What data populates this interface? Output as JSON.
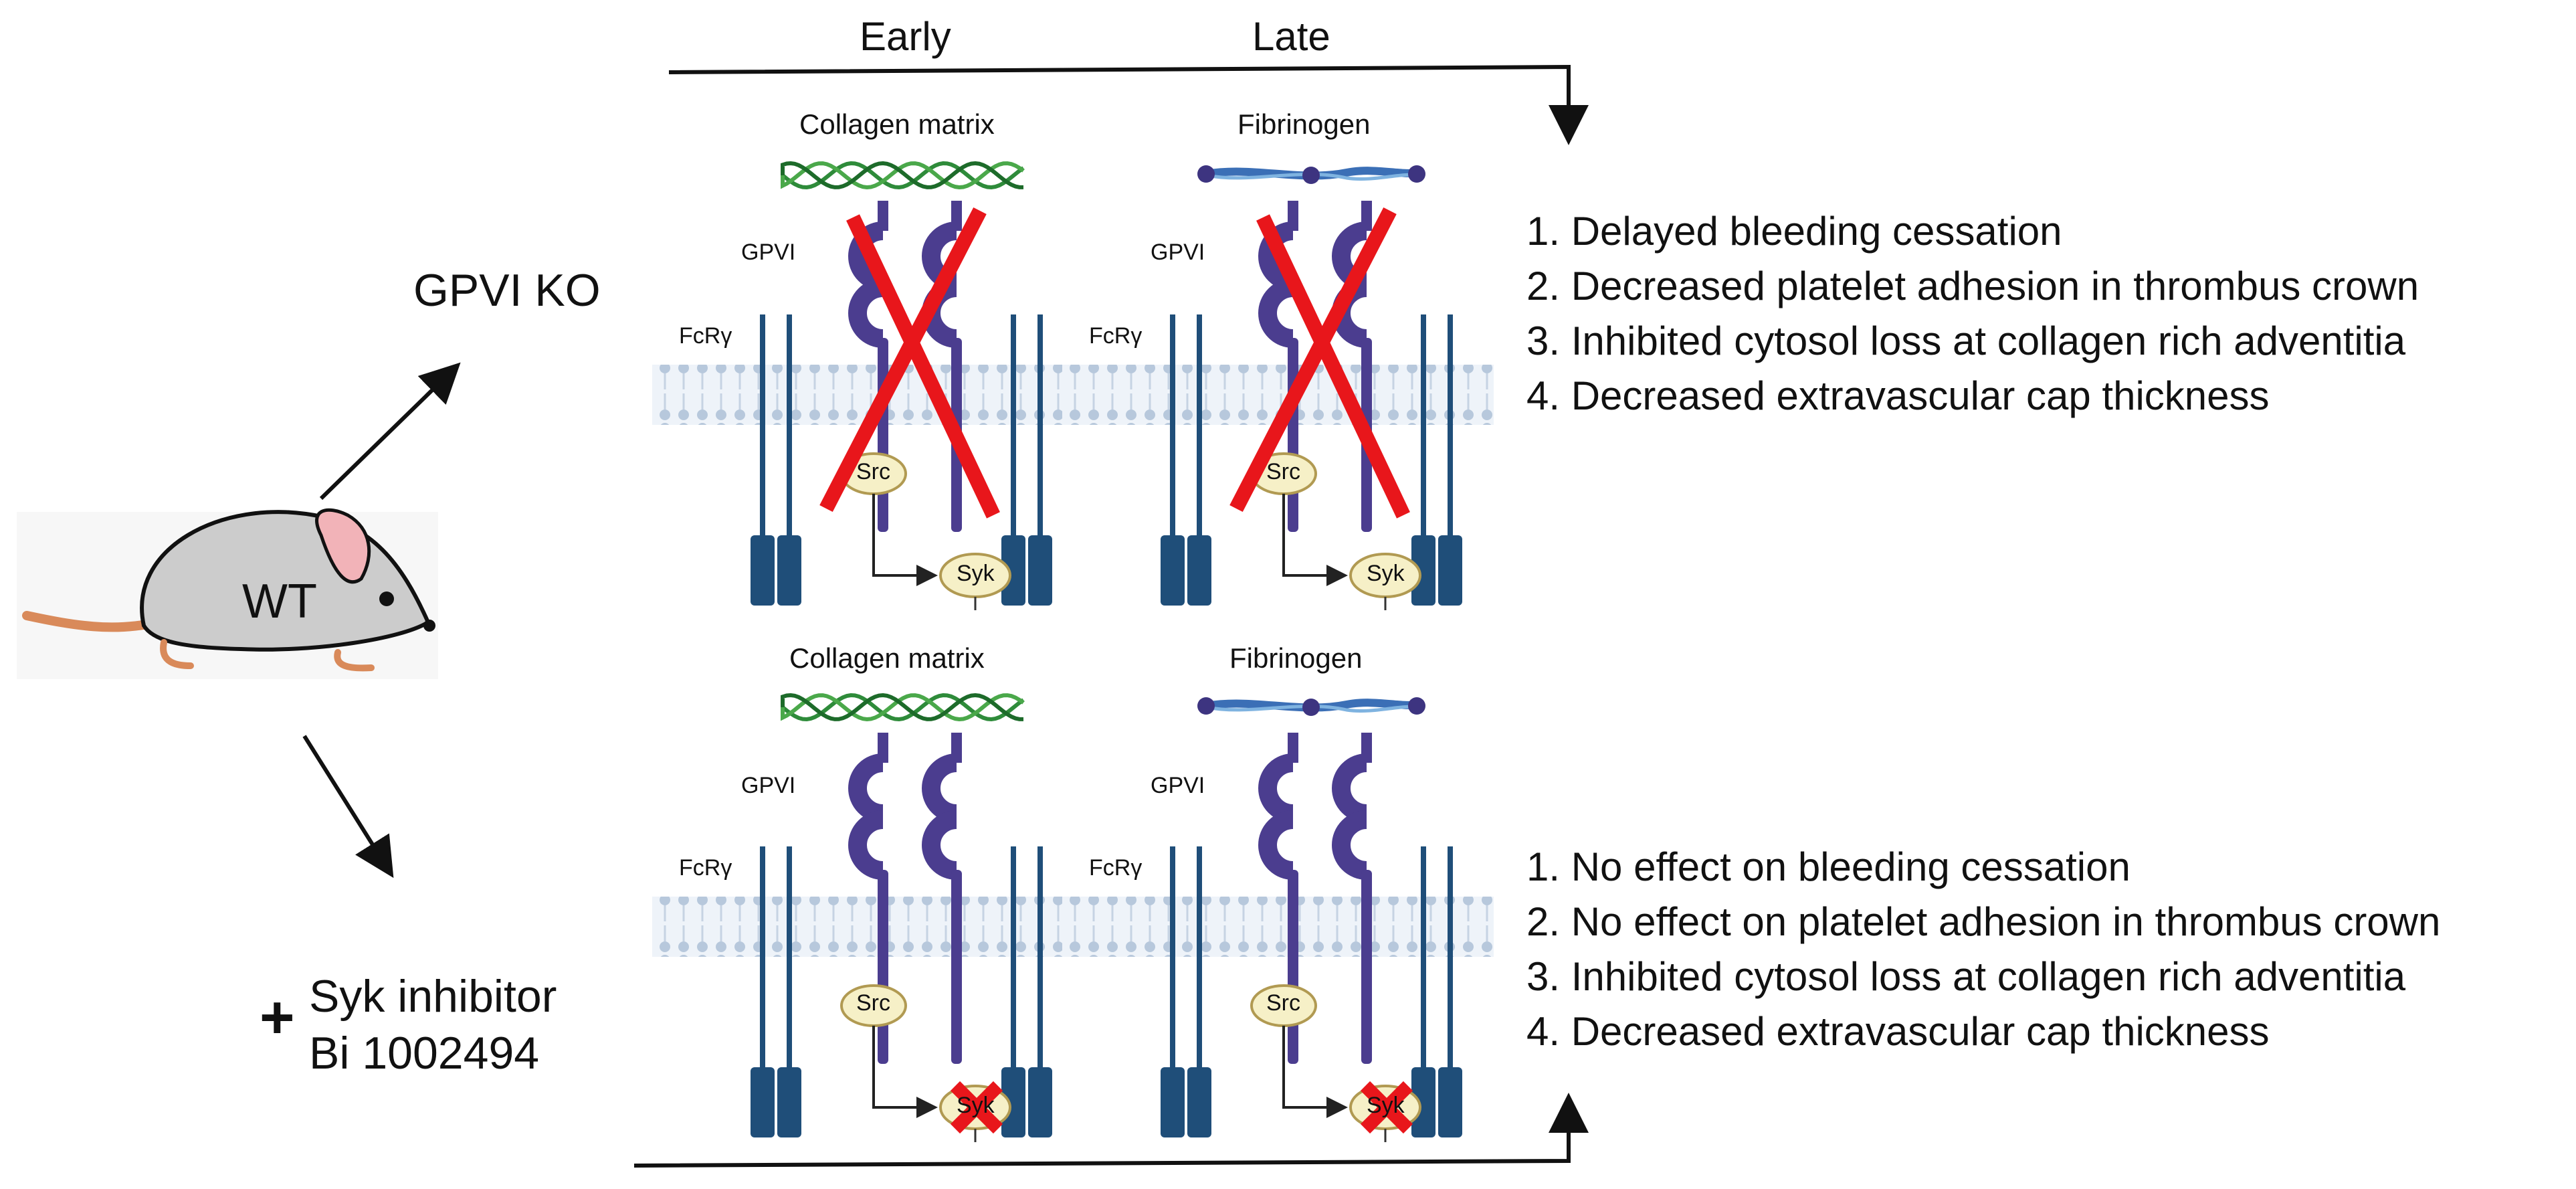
{
  "timeline": {
    "early": "Early",
    "late": "Late"
  },
  "panels": {
    "collagen": "Collagen matrix",
    "fibrinogen": "Fibrinogen",
    "gpvi": "GPVI",
    "fcr": "FcRγ",
    "src": "Src",
    "syk": "Syk"
  },
  "mouse": {
    "label": "WT"
  },
  "groups": {
    "ko": {
      "label": "GPVI KO"
    },
    "inhibitor": {
      "plus": "+",
      "line1": "Syk inhibitor",
      "line2": "Bi 1002494"
    }
  },
  "effects": {
    "ko": [
      "1. Delayed bleeding cessation",
      "2. Decreased platelet adhesion in thrombus crown",
      "3. Inhibited cytosol loss at collagen rich adventitia",
      "4. Decreased extravascular cap thickness"
    ],
    "inhibitor": [
      "1. No effect on bleeding cessation",
      "2. No effect on platelet adhesion in thrombus crown",
      "3. Inhibited cytosol loss at collagen rich adventitia",
      "4. Decreased extravascular cap thickness"
    ]
  },
  "colors": {
    "gpvi": "#4b3d8f",
    "fc": "#1f4e79",
    "membrane": "#c9d6e6",
    "collagen": "#2e8b3a",
    "fibrinogen": "#3b6fb6",
    "cross": "#e8161b",
    "kinase": "#f6f0c7"
  }
}
